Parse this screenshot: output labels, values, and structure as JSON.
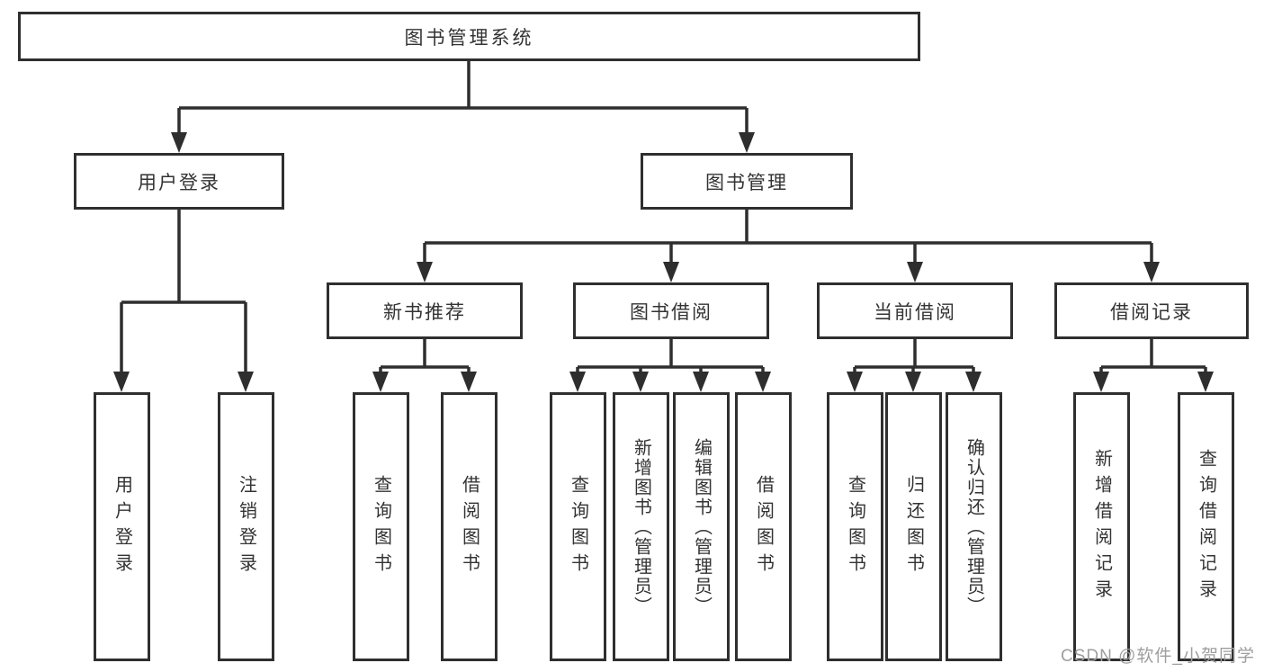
{
  "diagram": {
    "type": "org-tree",
    "colors": {
      "line": "#2e2e2e",
      "box_border": "#2f2f2f",
      "box_fill": "#ffffff",
      "text": "#333333",
      "watermark": "#9e9e9e"
    },
    "tree": {
      "label": "图书管理系统",
      "children": [
        {
          "label": "用户登录",
          "children": [
            "用户登录",
            "注销登录"
          ]
        },
        {
          "label": "图书管理",
          "children": [
            {
              "label": "新书推荐",
              "children": [
                "查询图书",
                "借阅图书"
              ]
            },
            {
              "label": "图书借阅",
              "children": [
                "查询图书",
                "新增图书（管理员）",
                "编辑图书（管理员）",
                "借阅图书"
              ]
            },
            {
              "label": "当前借阅",
              "children": [
                "查询图书",
                "归还图书",
                "确认归还（管理员）"
              ]
            },
            {
              "label": "借阅记录",
              "children": [
                "新增借阅记录",
                "查询借阅记录"
              ]
            }
          ]
        }
      ]
    },
    "watermark": {
      "text": "CSDN @软件_小贺同学"
    }
  }
}
